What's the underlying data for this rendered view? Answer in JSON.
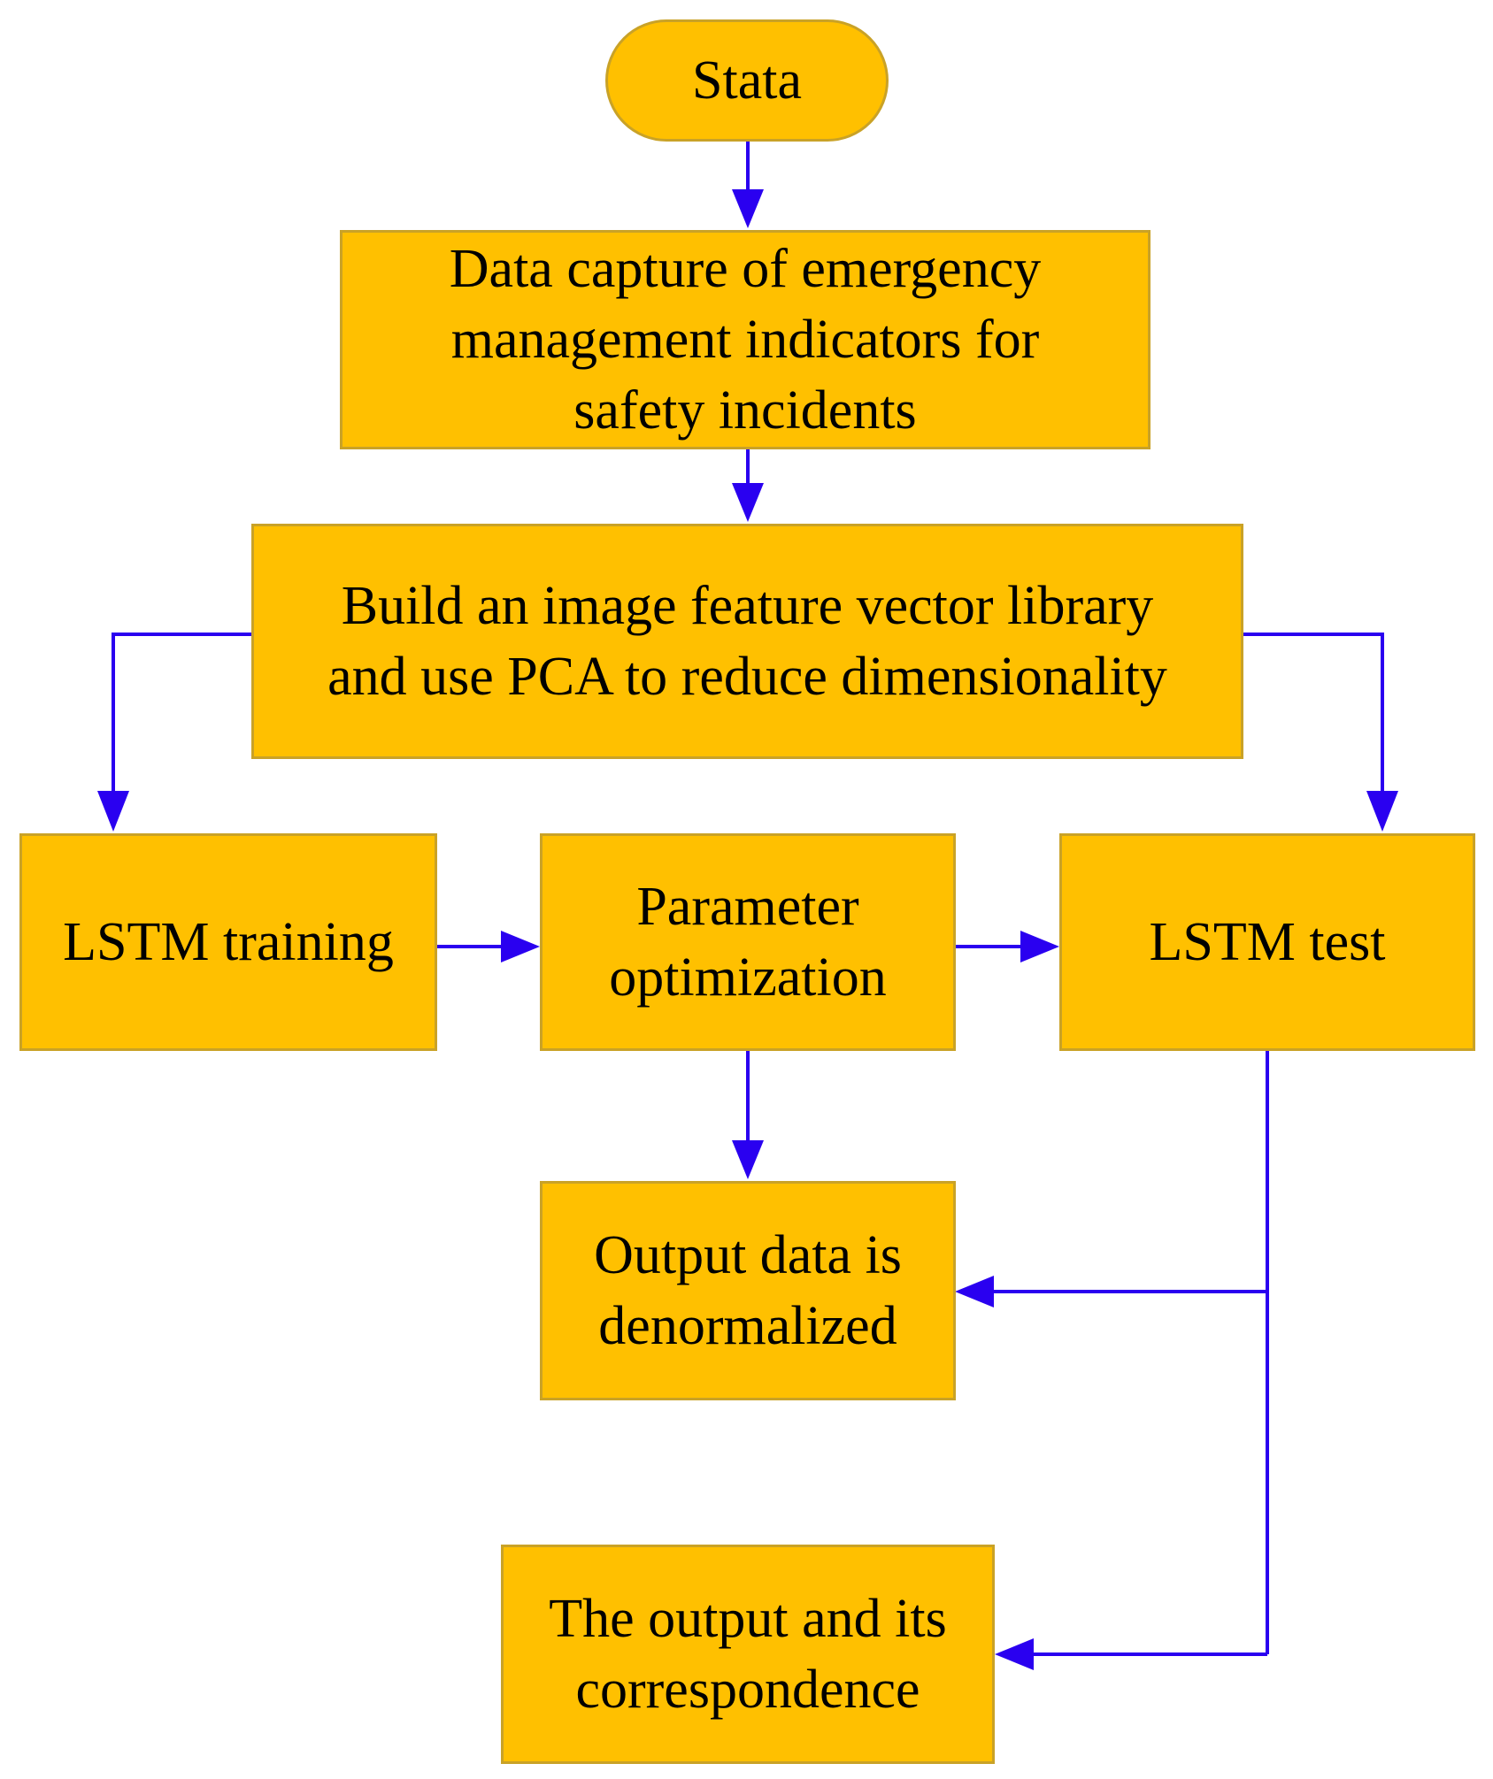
{
  "colors": {
    "node_fill": "#ffc000",
    "node_border": "#c9a227",
    "arrow": "#2a00f0",
    "text": "#000000"
  },
  "nodes": {
    "start": "Stata",
    "capture": "Data capture of emergency\nmanagement indicators for\nsafety incidents",
    "build": "Build an image feature vector library\nand use PCA to reduce dimensionality",
    "training": "LSTM training",
    "optimization": "Parameter\noptimization",
    "test": "LSTM test",
    "denormalize": "Output data is\ndenormalized",
    "correspondence": "The output and its\ncorrespondence"
  }
}
